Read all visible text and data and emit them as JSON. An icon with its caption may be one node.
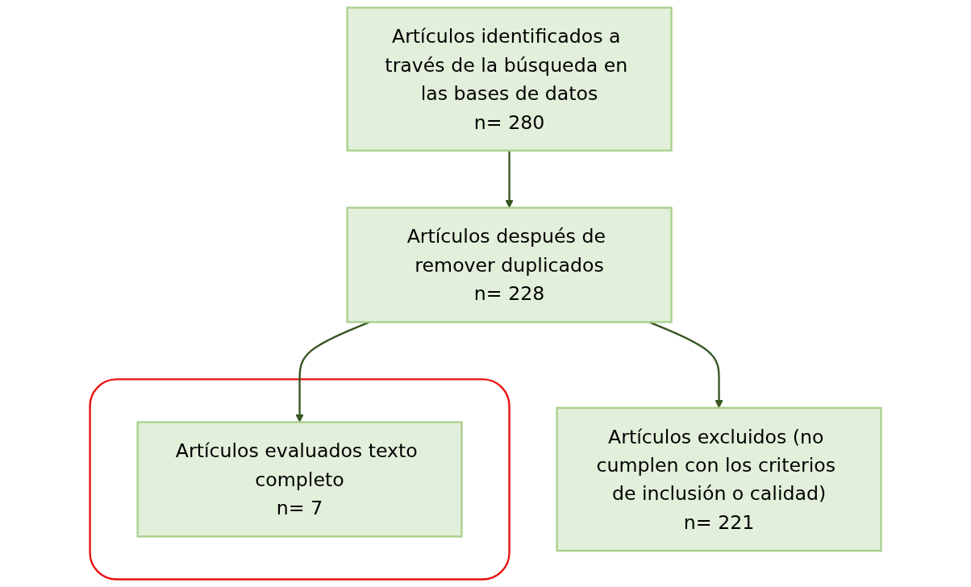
{
  "diagram": {
    "nodes": [
      {
        "text": [
          "Artículos identificados a través de la búsqueda en las bases de datos",
          "n= 280"
        ]
      },
      {
        "text": [
          "Artículos después de remover duplicados",
          "n= 228"
        ]
      },
      {
        "text": [
          "Artículos excluidos (no cumplen con los criterios de inclusión o calidad)",
          "n= 221"
        ]
      },
      {
        "text": [],
        "shape": "box"
      },
      {
        "text": [
          "Artículos evaluados texto completo",
          "n= 7"
        ],
        "in": 3
      }
    ],
    "edges": [
      {
        "from": 0,
        "to": 1,
        "arrow": "to"
      },
      {
        "from": 1,
        "to": 2,
        "arrow": "to"
      },
      {
        "from": 1,
        "to": 4,
        "arrow": "to"
      }
    ]
  }
}
